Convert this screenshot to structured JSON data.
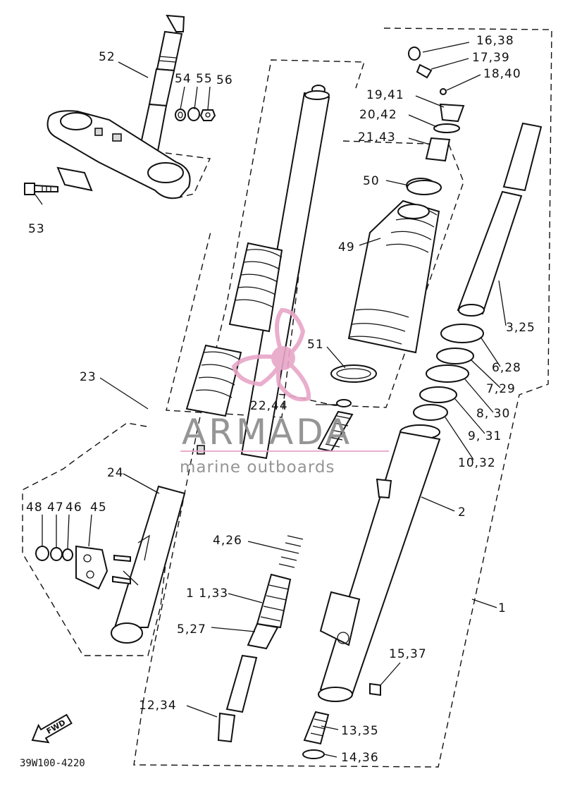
{
  "diagram": {
    "drawing_code": "39W100-4220",
    "fwd_label": "FWD",
    "callouts": [
      {
        "id": "c52",
        "text": "52"
      },
      {
        "id": "c54",
        "text": "54"
      },
      {
        "id": "c55",
        "text": "55"
      },
      {
        "id": "c56",
        "text": "56"
      },
      {
        "id": "c53",
        "text": "53"
      },
      {
        "id": "c16",
        "text": "16,38"
      },
      {
        "id": "c17",
        "text": "17,39"
      },
      {
        "id": "c18",
        "text": "18,40"
      },
      {
        "id": "c19",
        "text": "19,41"
      },
      {
        "id": "c20",
        "text": "20,42"
      },
      {
        "id": "c21",
        "text": "21,43"
      },
      {
        "id": "c50",
        "text": "50"
      },
      {
        "id": "c49",
        "text": "49"
      },
      {
        "id": "c51",
        "text": "51"
      },
      {
        "id": "c3",
        "text": "3,25"
      },
      {
        "id": "c6",
        "text": "6,28"
      },
      {
        "id": "c7",
        "text": "7,29"
      },
      {
        "id": "c8",
        "text": "8, 30"
      },
      {
        "id": "c9",
        "text": "9, 31"
      },
      {
        "id": "c10",
        "text": "10,32"
      },
      {
        "id": "c23",
        "text": "23"
      },
      {
        "id": "c22",
        "text": "22,44"
      },
      {
        "id": "c24",
        "text": "24"
      },
      {
        "id": "c2",
        "text": "2"
      },
      {
        "id": "c48",
        "text": "48"
      },
      {
        "id": "c47",
        "text": "47"
      },
      {
        "id": "c46",
        "text": "46"
      },
      {
        "id": "c45",
        "text": "45"
      },
      {
        "id": "c4",
        "text": "4,26"
      },
      {
        "id": "c11",
        "text": "1 1,33"
      },
      {
        "id": "c1",
        "text": "1"
      },
      {
        "id": "c5",
        "text": "5,27"
      },
      {
        "id": "c15",
        "text": "15,37"
      },
      {
        "id": "c12",
        "text": "12,34"
      },
      {
        "id": "c13",
        "text": "13,35"
      },
      {
        "id": "c14",
        "text": "14,36"
      }
    ]
  },
  "watermark": {
    "title": "ARMADA",
    "subtitle": "marine outboards",
    "accent_color": "#e8a6c8"
  }
}
